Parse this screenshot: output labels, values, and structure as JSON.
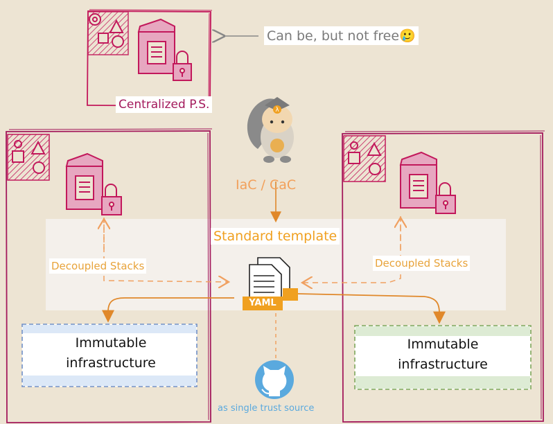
{
  "diagram": {
    "note_text": "Can be, but not free",
    "note_emoji": "🥲",
    "centralized_label": "Centralized P.S.",
    "iac_label": "IaC / CaC",
    "template_label": "Standard template",
    "yaml_label": "YAML",
    "decoupled_left": "Decoupled Stacks",
    "decoupled_right": "Decoupled Stacks",
    "immutable_left": "Immutable infrastructure",
    "immutable_right": "Immutable infrastructure",
    "trust_label": "as single trust source",
    "mascot_badge": "λ"
  },
  "colors": {
    "background": "#ede4d3",
    "magenta": "#c2185b",
    "orange": "#f0a020",
    "gray_arrow": "#888888",
    "blue_fill": "#dce8f7",
    "blue_border": "#6f8fc7",
    "green_fill": "#ddebd4",
    "green_border": "#7da65a",
    "github_blue": "#5aa9de"
  },
  "icons": [
    "gear-icon",
    "shapes-icon",
    "building-icon",
    "lock-icon",
    "squirrel-mascot-icon",
    "document-icon",
    "github-octocat-icon"
  ]
}
